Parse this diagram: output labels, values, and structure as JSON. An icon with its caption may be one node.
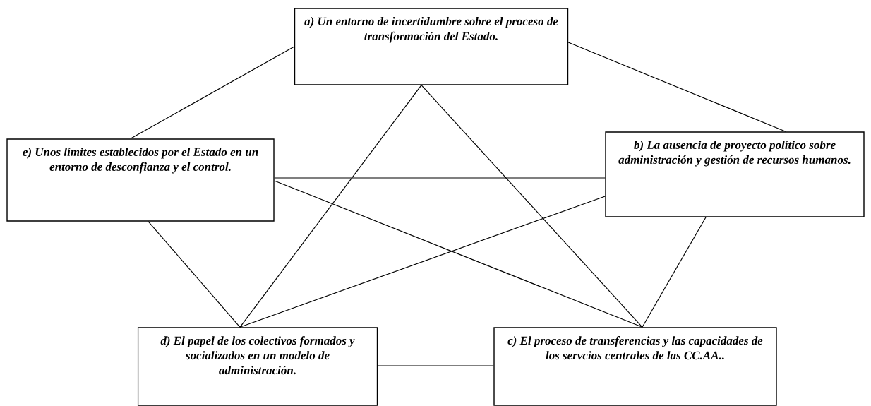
{
  "diagram": {
    "nodes": [
      {
        "text": [
          "a) Un entorno de incertidumbre sobre el proceso de transformación del Estado."
        ]
      },
      {
        "text": [
          "e) Unos límites establecidos por el Estado en un entorno de desconfianza y el control."
        ]
      },
      {
        "text": [
          "b) La ausencia de proyecto político sobre administración y gestión de recursos humanos."
        ]
      },
      {
        "text": [
          "d) El papel de los colectivos formados y socializados en un modelo de administración."
        ]
      },
      {
        "text": [
          "c) El proceso de transferencias y las capacidades de los  servcios centrales de las CC.AA.."
        ]
      }
    ],
    "edges": [
      {
        "from": 0,
        "to": 1,
        "arrow": "none"
      },
      {
        "from": 0,
        "to": 2,
        "arrow": "none"
      },
      {
        "from": 0,
        "to": 3,
        "arrow": "none"
      },
      {
        "from": 0,
        "to": 4,
        "arrow": "none"
      },
      {
        "from": 1,
        "to": 2,
        "arrow": "none"
      },
      {
        "from": 1,
        "to": 4,
        "arrow": "none"
      },
      {
        "from": 1,
        "to": 3,
        "arrow": "none"
      },
      {
        "from": 2,
        "to": 3,
        "arrow": "none"
      },
      {
        "from": 2,
        "to": 4,
        "arrow": "none"
      },
      {
        "from": 3,
        "to": 4,
        "arrow": "none"
      }
    ]
  }
}
